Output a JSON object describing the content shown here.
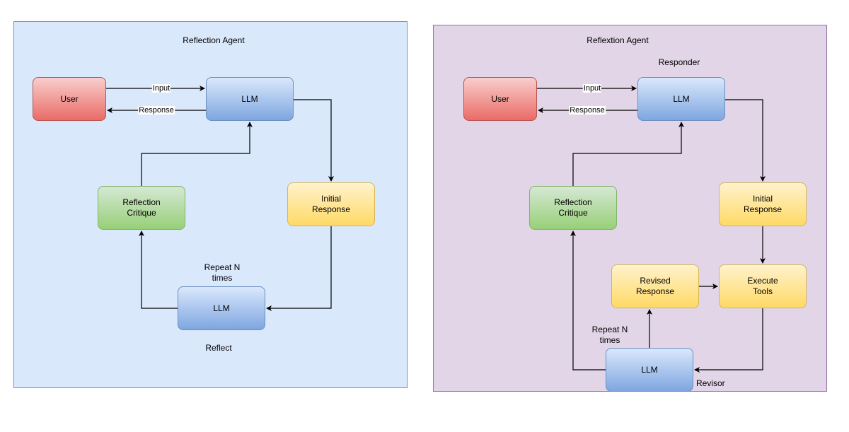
{
  "left": {
    "title": "Reflection Agent",
    "user": "User",
    "llm": "LLM",
    "input_label": "Input",
    "response_label": "Response",
    "initial_response": "Initial\nResponse",
    "reflection_critique": "Reflection\nCritique",
    "llm_reflect": "LLM",
    "repeat": "Repeat N\ntimes",
    "reflect": "Reflect"
  },
  "right": {
    "title": "Reflextion Agent",
    "responder": "Responder",
    "user": "User",
    "llm": "LLM",
    "input_label": "Input",
    "response_label": "Response",
    "initial_response": "Initial\nResponse",
    "reflection_critique": "Reflection\nCritique",
    "execute_tools": "Execute\nTools",
    "revised_response": "Revised\nResponse",
    "llm_revisor": "LLM",
    "repeat": "Repeat N\ntimes",
    "revisor": "Revisor"
  }
}
